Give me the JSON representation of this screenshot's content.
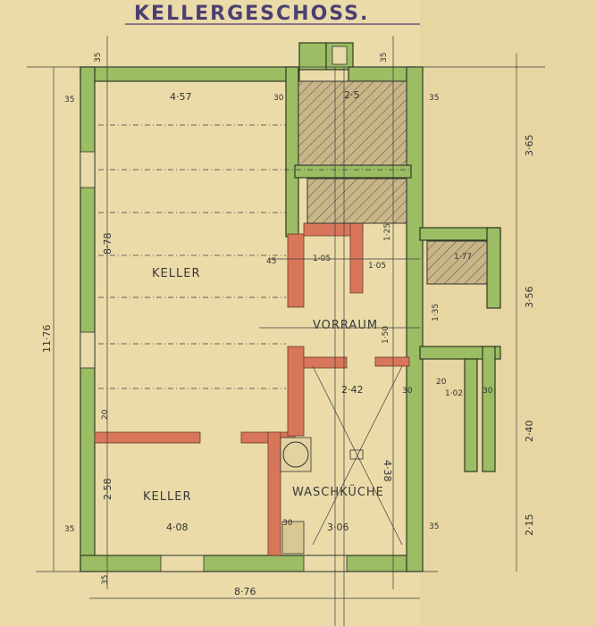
{
  "title": "KELLERGESCHOSS.",
  "rooms": {
    "keller_large": "KELLER",
    "keller_small": "KELLER",
    "vorraum": "VORRAUM",
    "waschkueche": "WASCHKÜCHE"
  },
  "dimensions": {
    "top_width": "4·57",
    "top_right_width": "2·5",
    "right_height_upper": "3·65",
    "right_height_mid": "3·56",
    "right_height_lower": "2·40",
    "right_height_bottom": "2·15",
    "keller_height": "8·78",
    "overall_height": "11·76",
    "bottom_width": "8·76",
    "keller_small_width": "4·08",
    "keller_small_height": "2·58",
    "wasch_width": "3·06",
    "wasch_depth": "2·42",
    "wasch_height": "4·38",
    "wall_35_a": "35",
    "wall_35_b": "35",
    "wall_35_c": "35",
    "wall_35_d": "35",
    "wall_35_e": "35",
    "wall_35_f": "35",
    "wall_35_g": "35",
    "wall_30_a": "30",
    "wall_30_b": "30",
    "wall_30_c": "30",
    "wall_30_d": "30",
    "wall_20_a": "20",
    "wall_20_b": "20",
    "wall_45": "45",
    "stair_1": "1·05",
    "stair_2": "1·05",
    "stair_3": "1·77",
    "vorraum_h": "1·50",
    "small_102": "1·02",
    "small_125": "1·25",
    "small_135": "1·35"
  }
}
